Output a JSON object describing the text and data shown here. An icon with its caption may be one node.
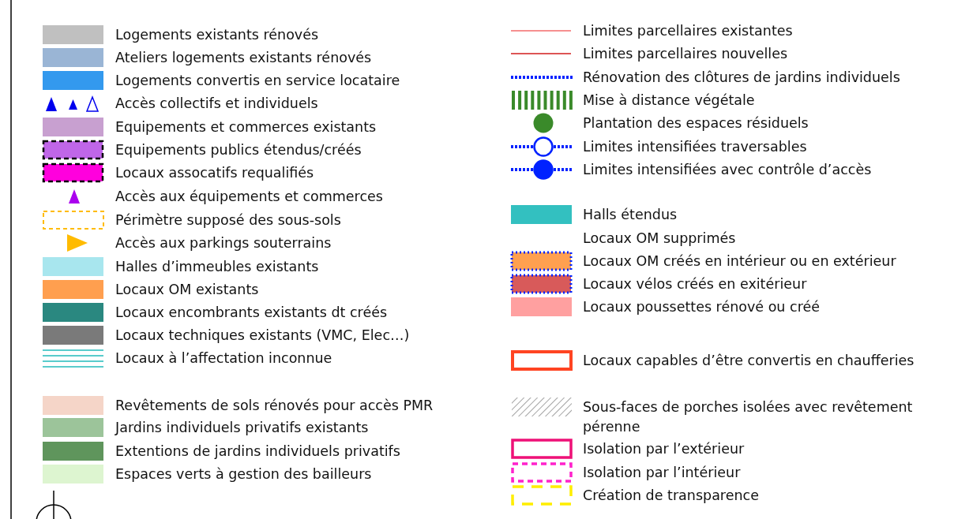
{
  "diagram": {
    "legend": [
      {
        "text": "Logements existants rénovés",
        "color": "#c0c0c0"
      },
      {
        "text": "Ateliers logements existants rénovés",
        "color": "#9ab5d5"
      },
      {
        "text": "Logements convertis en service locataire",
        "color": "#3399ee"
      },
      {
        "text": "Accès collectifs et individuels"
      },
      {
        "text": "Equipements et commerces existants",
        "color": "#c8a0d0"
      },
      {
        "text": "Equipements publics étendus/créés",
        "color": "#c066e8"
      },
      {
        "text": "Locaux assocatifs requalifiés",
        "color": "#ff00dd"
      },
      {
        "text": "Accès aux équipements et commerces"
      },
      {
        "text": "Périmètre supposé des sous-sols"
      },
      {
        "text": "Accès aux parkings souterrains"
      },
      {
        "text": "Halles d’immeubles existants",
        "color": "#a8e6ee"
      },
      {
        "text": "Locaux OM existants",
        "color": "#ff9f4f"
      },
      {
        "text": "Locaux encombrants existants dt créés",
        "color": "#2a8880"
      },
      {
        "text": "Locaux techniques existants (VMC, Elec…)",
        "color": "#7a7a7a"
      },
      {
        "text": "Locaux à l’affectation inconnue"
      },
      {
        "text": "Revêtements de sols rénovés pour accès PMR",
        "color": "#f5d5c8"
      },
      {
        "text": "Jardins individuels privatifs existants",
        "color": "#9cc49a"
      },
      {
        "text": "Extentions de jardins individuels privatifs",
        "color": "#5f955c"
      },
      {
        "text": "Espaces verts à gestion des bailleurs",
        "color": "#ddf5d0"
      },
      {
        "text": "Limites parcellaires existantes"
      },
      {
        "text": "Limites parcellaires nouvelles"
      },
      {
        "text": "Rénovation des clôtures de jardins individuels"
      },
      {
        "text": "Mise à distance végétale"
      },
      {
        "text": "Plantation des espaces résiduels"
      },
      {
        "text": "Limites intensifiées traversables"
      },
      {
        "text": "Limites intensifiées avec contrôle d’accès"
      },
      {
        "text": "Halls étendus",
        "color": "#33c0c0"
      },
      {
        "text": "Locaux OM supprimés"
      },
      {
        "text": "Locaux OM créés en intérieur ou en extérieur",
        "color": "#ffa050"
      },
      {
        "text": "Locaux vélos créés en exitérieur",
        "color": "#d85a5a"
      },
      {
        "text": "Locaux poussettes rénové ou créé",
        "color": "#ffa0a0"
      },
      {
        "text": "Locaux capables d’être convertis en chaufferies"
      },
      {
        "text": "Sous-faces de porches isolées avec revêtement pérenne"
      },
      {
        "text": "Isolation par l’extérieur"
      },
      {
        "text": "Isolation par l’intérieur"
      },
      {
        "text": "Création de transparence"
      }
    ]
  }
}
